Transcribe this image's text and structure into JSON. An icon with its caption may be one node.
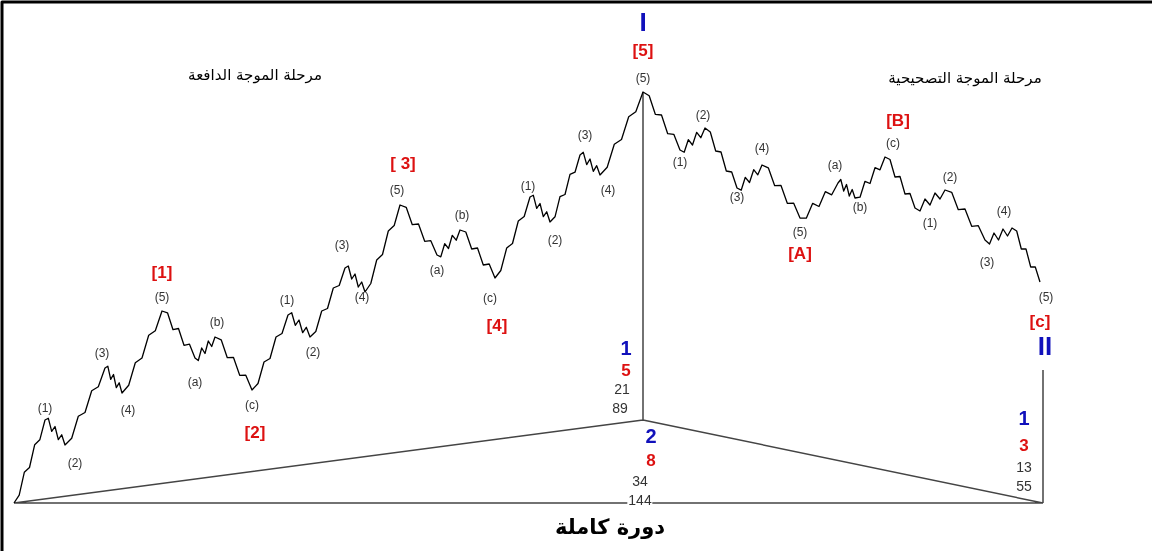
{
  "diagram": {
    "labels": [
      "I",
      "[5]",
      "(5)",
      "مرحلة الموجة الدافعة",
      "مرحلة الموجة التصحيحية",
      "(1)",
      "(2)",
      "(3)",
      "(4)",
      "[1]",
      "(5)",
      "(a)",
      "(b)",
      "(c)",
      "[2]",
      "(1)",
      "(2)",
      "(3)",
      "(4)",
      "[ 3]",
      "(5)",
      "(a)",
      "(b)",
      "(c)",
      "[4]",
      "(1)",
      "(2)",
      "(3)",
      "(4)",
      "(1)",
      "(2)",
      "(3)",
      "(4)",
      "(5)",
      "[A]",
      "(a)",
      "(b)",
      "[B]",
      "(c)",
      "(1)",
      "(2)",
      "(3)",
      "(4)",
      "(5)",
      "[c]",
      "II",
      "1",
      "5",
      "21",
      "89",
      "2",
      "8",
      "34",
      "144",
      "1",
      "3",
      "13",
      "55",
      "دورة كاملة"
    ]
  }
}
